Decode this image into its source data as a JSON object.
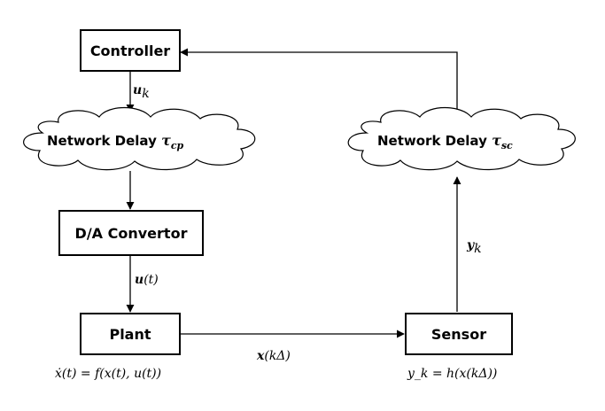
{
  "blocks": {
    "controller": "Controller",
    "da_convertor": "D/A Convertor",
    "plant": "Plant",
    "sensor": "Sensor"
  },
  "clouds": {
    "left": {
      "text": "Network Delay ",
      "symbol": "τ",
      "subscript": "cp"
    },
    "right": {
      "text": "Network Delay ",
      "symbol": "τ",
      "subscript": "sc"
    }
  },
  "signals": {
    "u_k": {
      "main": "u",
      "sub": "k"
    },
    "u_t": {
      "main": "u",
      "rest": "(t)"
    },
    "y_k": {
      "main": "y",
      "sub": "k"
    },
    "x_kdelta": {
      "main": "x",
      "rest": "(kΔ)"
    }
  },
  "equations": {
    "plant": "ẋ(t) = f(x(t), u(t))",
    "sensor": "y_k = h(x(kΔ))"
  }
}
